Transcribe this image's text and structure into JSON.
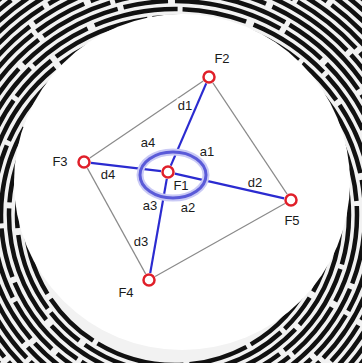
{
  "diagram": {
    "nodes": [
      {
        "text": [
          "F1"
        ]
      },
      {
        "text": [
          "F2"
        ]
      },
      {
        "text": [
          "F3"
        ]
      },
      {
        "text": [
          "F4"
        ]
      },
      {
        "text": [
          "F5"
        ]
      }
    ],
    "edges": [
      {
        "from": 0,
        "to": 1,
        "arrow": "none",
        "label": "d1"
      },
      {
        "from": 0,
        "to": 4,
        "arrow": "none",
        "label": "d2"
      },
      {
        "from": 0,
        "to": 3,
        "arrow": "none",
        "label": "d3"
      },
      {
        "from": 0,
        "to": 2,
        "arrow": "none",
        "label": "d4"
      },
      {
        "from": 1,
        "to": 4,
        "arrow": "none"
      },
      {
        "from": 4,
        "to": 3,
        "arrow": "none"
      },
      {
        "from": 3,
        "to": 2,
        "arrow": "none"
      },
      {
        "from": 2,
        "to": 1,
        "arrow": "none"
      }
    ],
    "labels": [
      "a1",
      "a2",
      "a3",
      "a4"
    ]
  }
}
